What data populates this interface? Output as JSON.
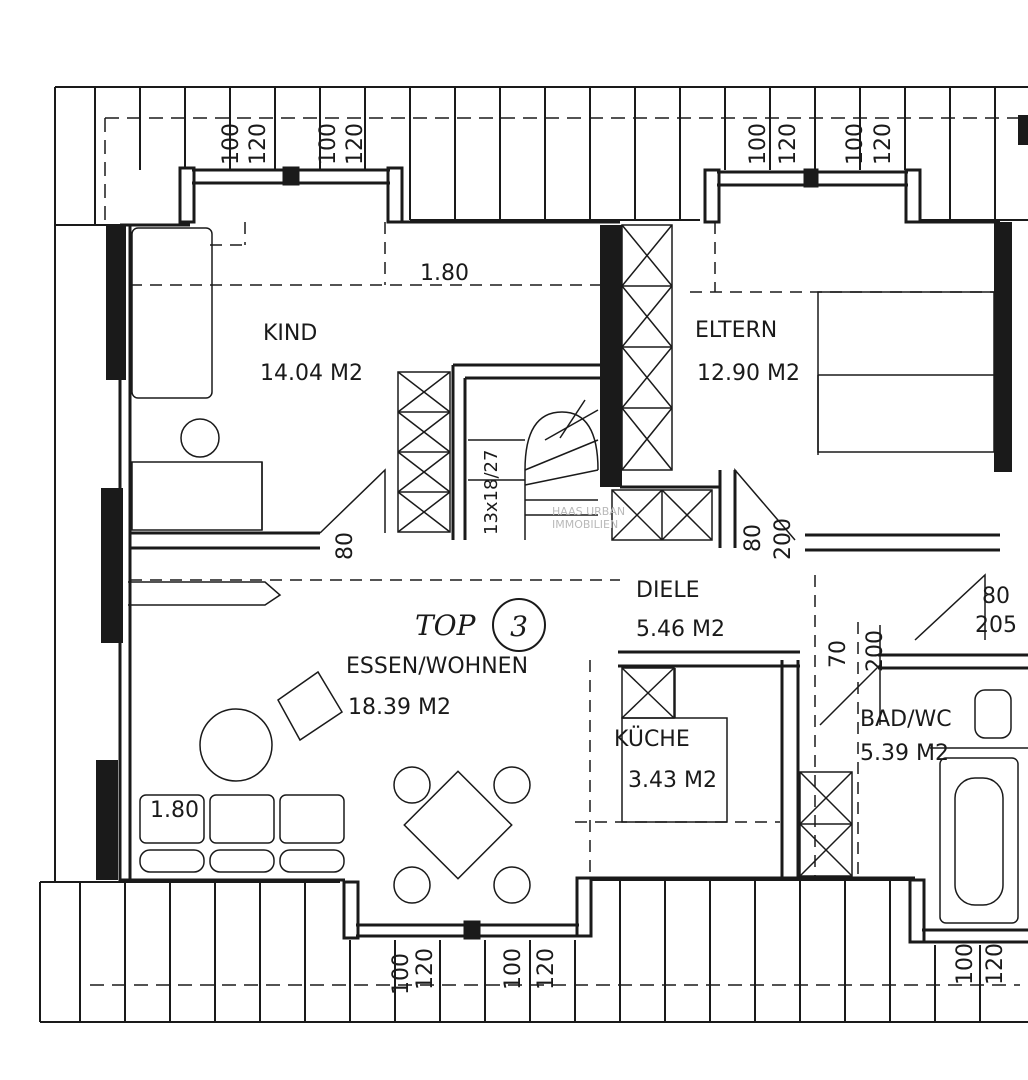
{
  "rooms": {
    "kind": {
      "name": "KIND",
      "area": "14.04 M2"
    },
    "eltern": {
      "name": "ELTERN",
      "area": "12.90 M2"
    },
    "diele": {
      "name": "DIELE",
      "area": "5.46 M2"
    },
    "essen": {
      "name": "ESSEN/WOHNEN",
      "area": "18.39 M2"
    },
    "kueche": {
      "name": "KÜCHE",
      "area": "3.43 M2"
    },
    "bad": {
      "name": "BAD/WC",
      "area": "5.39 M2"
    }
  },
  "unit_label": {
    "prefix": "TOP",
    "number": "3"
  },
  "stair_label": "13x18/27",
  "dimensions": {
    "top_100": "100",
    "top_120": "120",
    "d_180_kind": "1.80",
    "d_180_sofa": "1.80",
    "d_80_a": "80",
    "d_200_a": "200",
    "d_80_b": "80",
    "d_205": "205",
    "d_70": "70",
    "d_200_b": "200",
    "d_80_c": "80"
  },
  "watermark": {
    "line1": "HAAS URBAN",
    "line2": "IMMOBILIEN"
  },
  "colors": {
    "line": "#1a1a1a",
    "wall": "#1a1a1a",
    "watermark": "#b9b9b9"
  }
}
